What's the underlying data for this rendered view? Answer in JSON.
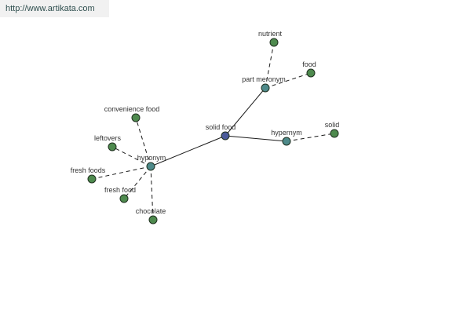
{
  "watermark": "http://www.artikata.com",
  "colors": {
    "root": "#4a5a9a",
    "relation": "#4e8a8a",
    "leaf": "#4e8a4e",
    "edge": "#1a1a1a"
  },
  "nodes": [
    {
      "id": "solid-food",
      "label": "solid food",
      "kind": "root"
    },
    {
      "id": "part-meronym",
      "label": "part meronym",
      "kind": "relation"
    },
    {
      "id": "nutrient",
      "label": "nutrient",
      "kind": "leaf"
    },
    {
      "id": "food",
      "label": "food",
      "kind": "leaf"
    },
    {
      "id": "hypernym",
      "label": "hypernym",
      "kind": "relation"
    },
    {
      "id": "solid",
      "label": "solid",
      "kind": "leaf"
    },
    {
      "id": "hyponym",
      "label": "hyponym",
      "kind": "relation"
    },
    {
      "id": "convenience-food",
      "label": "convenience food",
      "kind": "leaf"
    },
    {
      "id": "leftovers",
      "label": "leftovers",
      "kind": "leaf"
    },
    {
      "id": "fresh-foods",
      "label": "fresh foods",
      "kind": "leaf"
    },
    {
      "id": "fresh-food",
      "label": "fresh food",
      "kind": "leaf"
    },
    {
      "id": "chocolate",
      "label": "chocolate",
      "kind": "leaf"
    }
  ],
  "edges": [
    {
      "from": "solid-food",
      "to": "part-meronym",
      "style": "solid"
    },
    {
      "from": "solid-food",
      "to": "hypernym",
      "style": "solid"
    },
    {
      "from": "solid-food",
      "to": "hyponym",
      "style": "solid"
    },
    {
      "from": "part-meronym",
      "to": "nutrient",
      "style": "dashed"
    },
    {
      "from": "part-meronym",
      "to": "food",
      "style": "dashed"
    },
    {
      "from": "hypernym",
      "to": "solid",
      "style": "dashed"
    },
    {
      "from": "hyponym",
      "to": "convenience-food",
      "style": "dashed"
    },
    {
      "from": "hyponym",
      "to": "leftovers",
      "style": "dashed"
    },
    {
      "from": "hyponym",
      "to": "fresh-foods",
      "style": "dashed"
    },
    {
      "from": "hyponym",
      "to": "fresh-food",
      "style": "dashed"
    },
    {
      "from": "hyponym",
      "to": "chocolate",
      "style": "dashed"
    }
  ]
}
